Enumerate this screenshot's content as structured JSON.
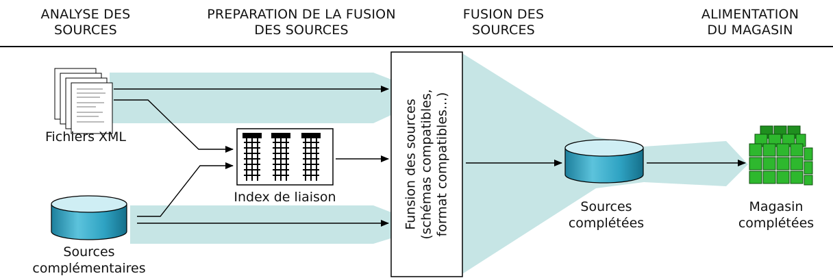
{
  "headers": {
    "h1": [
      "ANALYSE DES",
      "SOURCES"
    ],
    "h2": [
      "PREPARATION DE LA FUSION",
      "DES SOURCES"
    ],
    "h3": [
      "FUSION DES",
      "SOURCES"
    ],
    "h4": [
      "ALIMENTATION",
      "DU MAGASIN"
    ]
  },
  "labels": {
    "xml_files": "Fichiers XML",
    "index": "Index de liaison",
    "comp_sources": [
      "Sources",
      "complémentaires"
    ],
    "completed_sources": [
      "Sources",
      "complétées"
    ],
    "warehouse": [
      "Magasin",
      "complétées"
    ]
  },
  "fusion": {
    "lines": [
      "Funsion des sources",
      "(schémas compatibles,",
      "format compatibles...)"
    ]
  },
  "colors": {
    "flow_band": "#c6e5e5",
    "cylinder_top": "#cfeef4",
    "cylinder_body": "#2fa3c3",
    "cube_green": "#2eb82e",
    "line": "#000000"
  },
  "icons": [
    "document-stack-icon",
    "database-cylinder-icon",
    "index-grid-icon",
    "data-cube-icon"
  ]
}
